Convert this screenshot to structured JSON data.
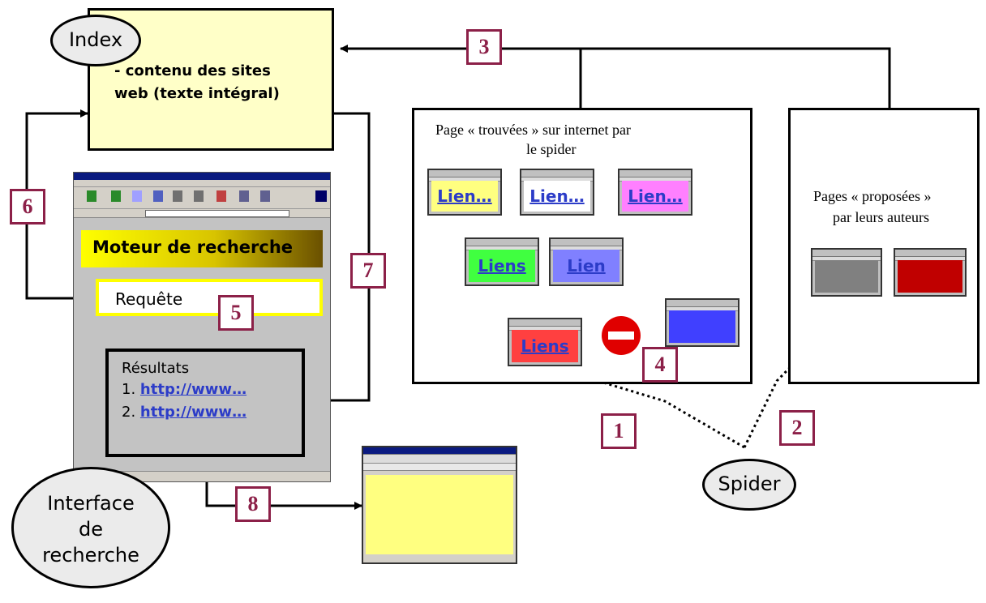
{
  "index": {
    "label": "Index",
    "content_line1": "- contenu des sites",
    "content_line2": "web (texte intégral)"
  },
  "found_pages": {
    "caption_line1": "Page « trouvées » sur internet par",
    "caption_line2": "le spider",
    "links": {
      "yellow": "Lien…",
      "white": "Lien…",
      "pink": "Lien…",
      "green": "Liens",
      "blue": "Lien",
      "red": "Liens"
    }
  },
  "proposed_pages": {
    "caption_line1": "Pages « proposées »",
    "caption_line2": "par leurs auteurs"
  },
  "search_interface": {
    "engine_title": "Moteur de recherche",
    "query": "Requête",
    "results_title": "Résultats",
    "result1_prefix": "1.",
    "result1_link": "http://www…",
    "result2_prefix": "2.",
    "result2_link": "http://www…",
    "label_line1": "Interface",
    "label_line2": "de",
    "label_line3": "recherche"
  },
  "spider": {
    "label": "Spider"
  },
  "steps": [
    "1",
    "2",
    "3",
    "4",
    "5",
    "6",
    "7",
    "8"
  ],
  "colors": {
    "step_border": "#8c2048",
    "index_fill": "#ffffc8",
    "link_text": "#2c3cc8",
    "yellow_page": "#ffff80",
    "pink_page": "#ff80ff",
    "green_page": "#40ff40",
    "blue_page": "#8080ff",
    "red_page": "#ff4040",
    "blocked_page": "#4040ff",
    "grey_page": "#808080",
    "darkred_page": "#c00000",
    "result_page": "#ffff80",
    "stop_sign": "#e00000"
  }
}
